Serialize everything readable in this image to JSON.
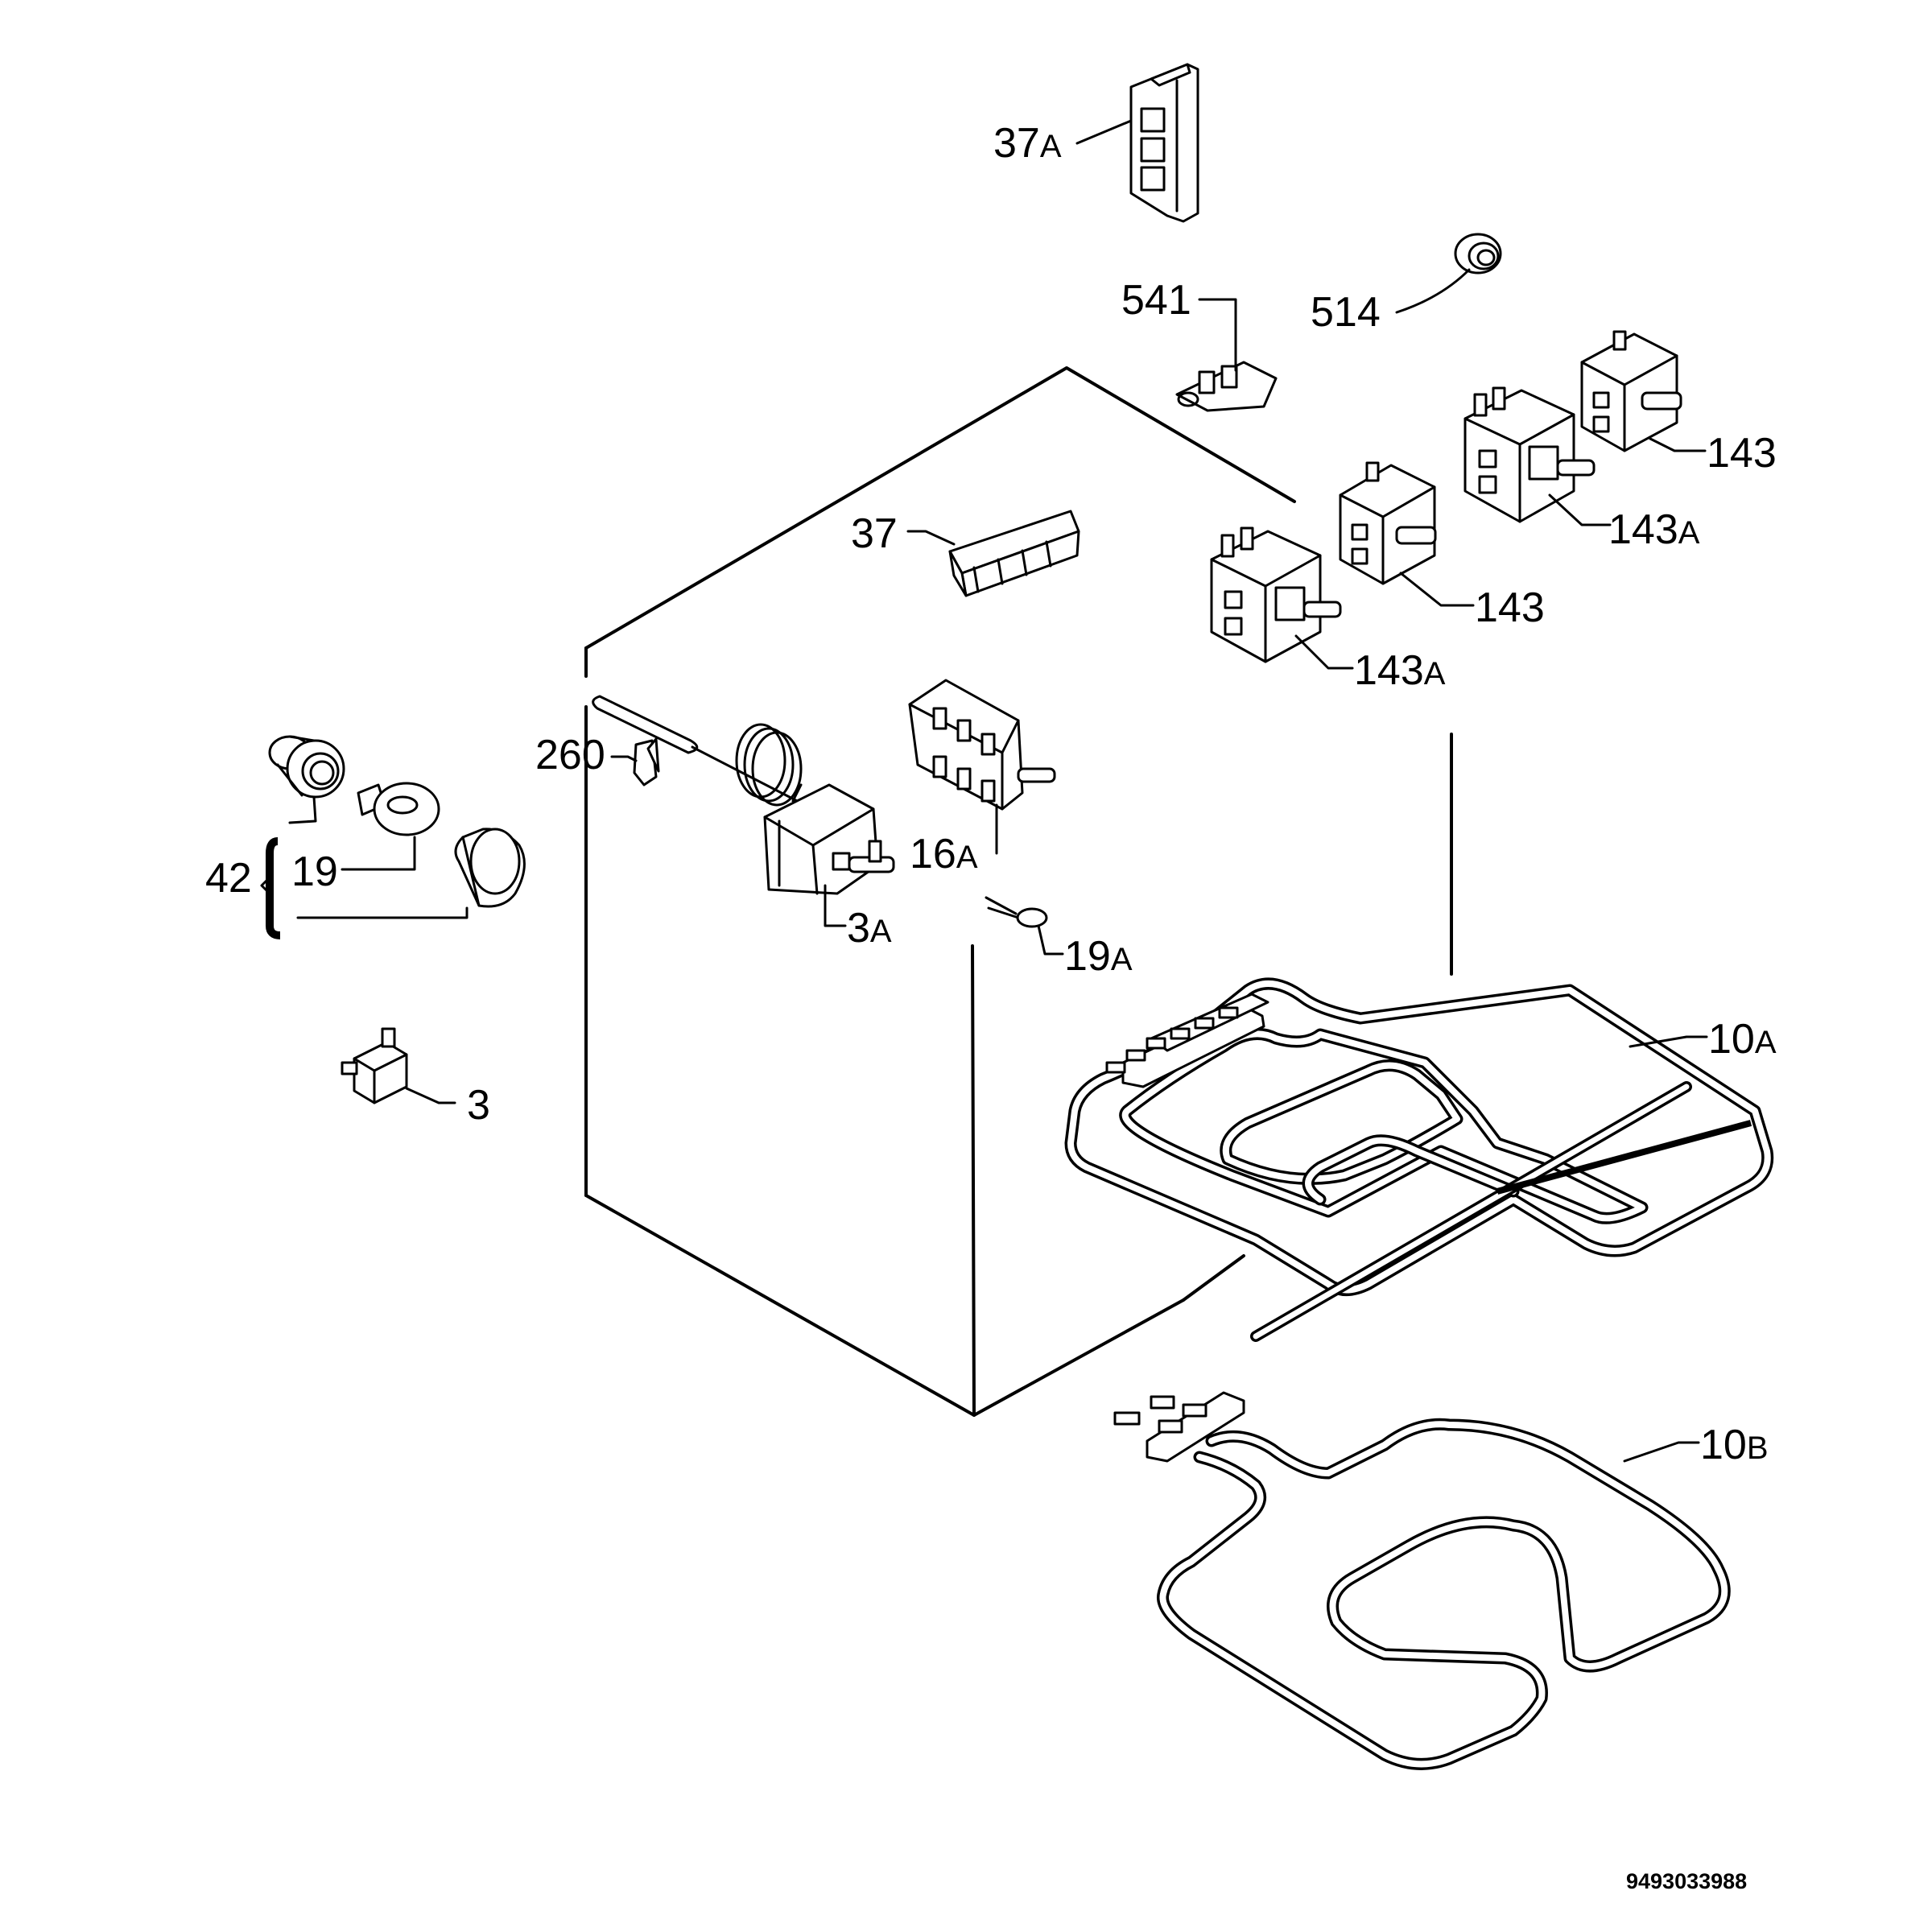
{
  "labels": {
    "p37a": {
      "num": "37",
      "sfx": "A"
    },
    "p514": {
      "num": "514",
      "sfx": ""
    },
    "p541": {
      "num": "541",
      "sfx": ""
    },
    "p143_top": {
      "num": "143",
      "sfx": ""
    },
    "p143a_top": {
      "num": "143",
      "sfx": "A"
    },
    "p143_mid": {
      "num": "143",
      "sfx": ""
    },
    "p143a_mid": {
      "num": "143",
      "sfx": "A"
    },
    "p37": {
      "num": "37",
      "sfx": ""
    },
    "p260": {
      "num": "260",
      "sfx": ""
    },
    "p16a": {
      "num": "16",
      "sfx": "A"
    },
    "p3a": {
      "num": "3",
      "sfx": "A"
    },
    "p19a": {
      "num": "19",
      "sfx": "A"
    },
    "p42": {
      "num": "42",
      "sfx": ""
    },
    "p19": {
      "num": "19",
      "sfx": ""
    },
    "p3": {
      "num": "3",
      "sfx": ""
    },
    "p10a": {
      "num": "10",
      "sfx": "A"
    },
    "p10b": {
      "num": "10",
      "sfx": "B"
    }
  },
  "drawing_code": "9493033988"
}
